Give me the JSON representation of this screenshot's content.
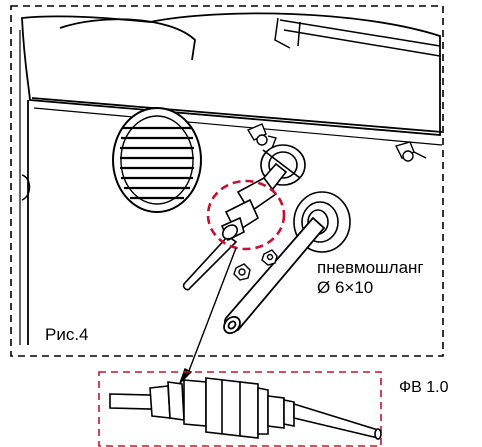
{
  "figure": {
    "label": "Рис.4"
  },
  "callouts": {
    "hose_name": "пневмошланг",
    "hose_size": "Ø 6×10",
    "valve_label": "ФВ 1.0"
  },
  "colors": {
    "outline": "#000000",
    "highlight": "#c8102e",
    "paper": "#ffffff"
  }
}
